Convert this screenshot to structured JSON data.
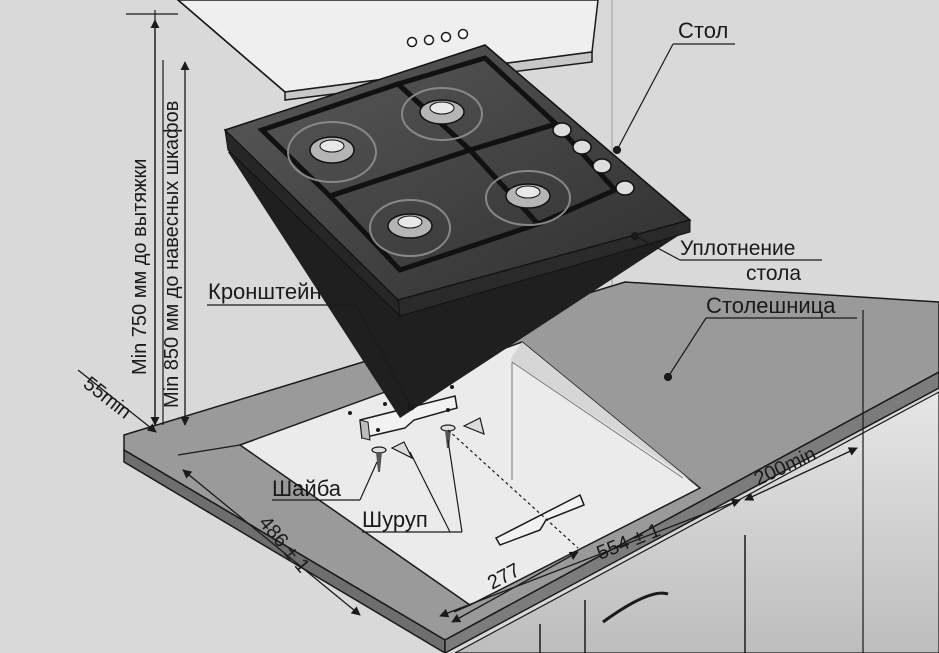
{
  "labels": {
    "stol": "Стол",
    "uplotnenie_1": "Уплотнение",
    "uplotnenie_2": "стола",
    "kronshtein": "Кронштейн",
    "stoleshnica": "Столешница",
    "shaiba": "Шайба",
    "shurup": "Шуруп"
  },
  "dimensions": {
    "hood_clearance": "Min 750 мм до вытяжки",
    "cabinet_clearance": "Min 850 мм до навесных шкафов",
    "front_gap": "55min",
    "side_gap": "200min",
    "cutout_depth": "486 ± 1",
    "cutout_width": "554 ± 1",
    "bracket_offset": "277"
  },
  "colors": {
    "background": "#d9d9d9",
    "countertop_top": "#9a9a9a",
    "cutout": "#ebebeb",
    "hob_glass": "#3d3d3d",
    "line": "#1a1a1a"
  }
}
